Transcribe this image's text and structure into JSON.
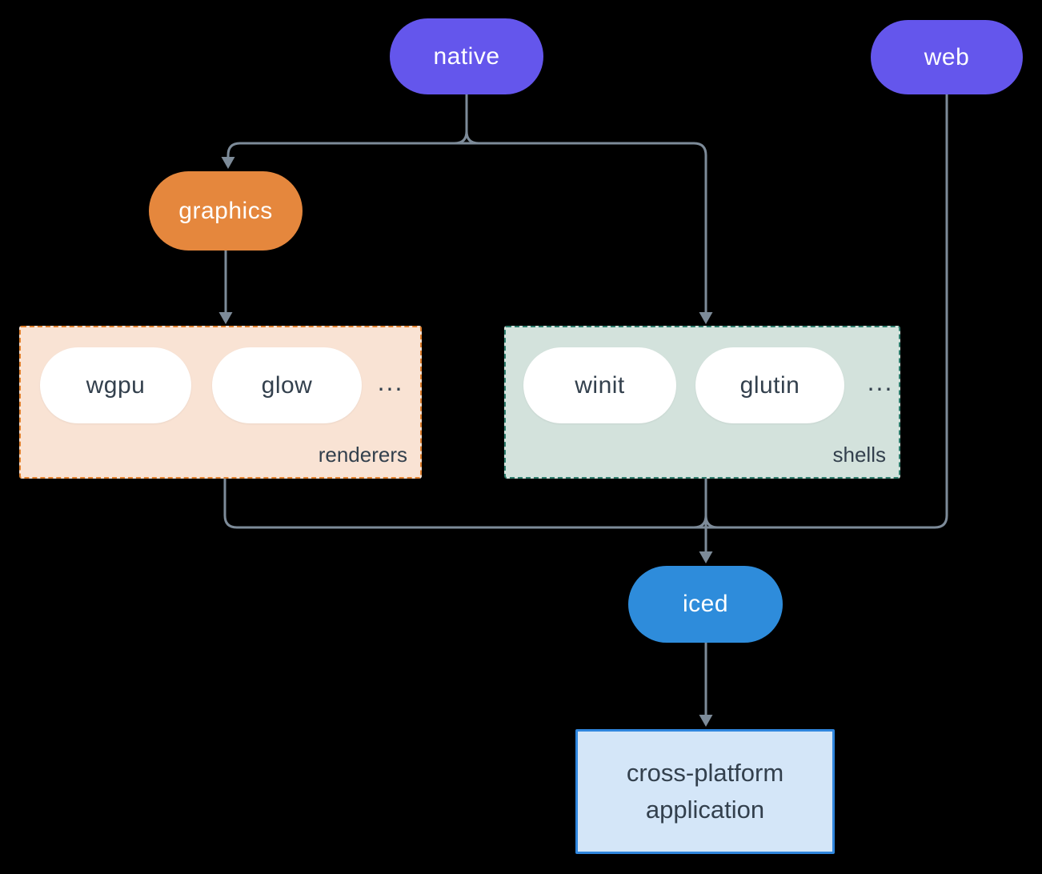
{
  "diagram": {
    "background": "#000000",
    "edge_color": "#7d8b99",
    "nodes": {
      "native": {
        "label": "native",
        "color": "#6456ec",
        "text_color": "#ffffff"
      },
      "web": {
        "label": "web",
        "color": "#6456ec",
        "text_color": "#ffffff"
      },
      "graphics": {
        "label": "graphics",
        "color": "#e5873d",
        "text_color": "#ffffff"
      },
      "iced": {
        "label": "iced",
        "color": "#2e8cdb",
        "text_color": "#ffffff"
      },
      "application": {
        "label": "cross-platform application",
        "fill": "#d4e6f8",
        "border_color": "#2f86de",
        "text_color": "#33404d"
      }
    },
    "groups": {
      "renderers": {
        "label": "renderers",
        "fill": "#f9e3d4",
        "border_color": "#e0812f",
        "item_fill": "#ffffff",
        "item_text_color": "#33404d",
        "items": [
          "wgpu",
          "glow"
        ],
        "ellipsis": "..."
      },
      "shells": {
        "label": "shells",
        "fill": "#d3e2dc",
        "border_color": "#2e7d6d",
        "item_fill": "#ffffff",
        "item_text_color": "#33404d",
        "items": [
          "winit",
          "glutin"
        ],
        "ellipsis": "..."
      }
    },
    "edges": [
      {
        "from": "native",
        "to": "graphics"
      },
      {
        "from": "native",
        "to": "shells"
      },
      {
        "from": "graphics",
        "to": "renderers"
      },
      {
        "from": "renderers",
        "to": "iced"
      },
      {
        "from": "shells",
        "to": "iced"
      },
      {
        "from": "web",
        "to": "iced"
      },
      {
        "from": "iced",
        "to": "application"
      }
    ]
  }
}
